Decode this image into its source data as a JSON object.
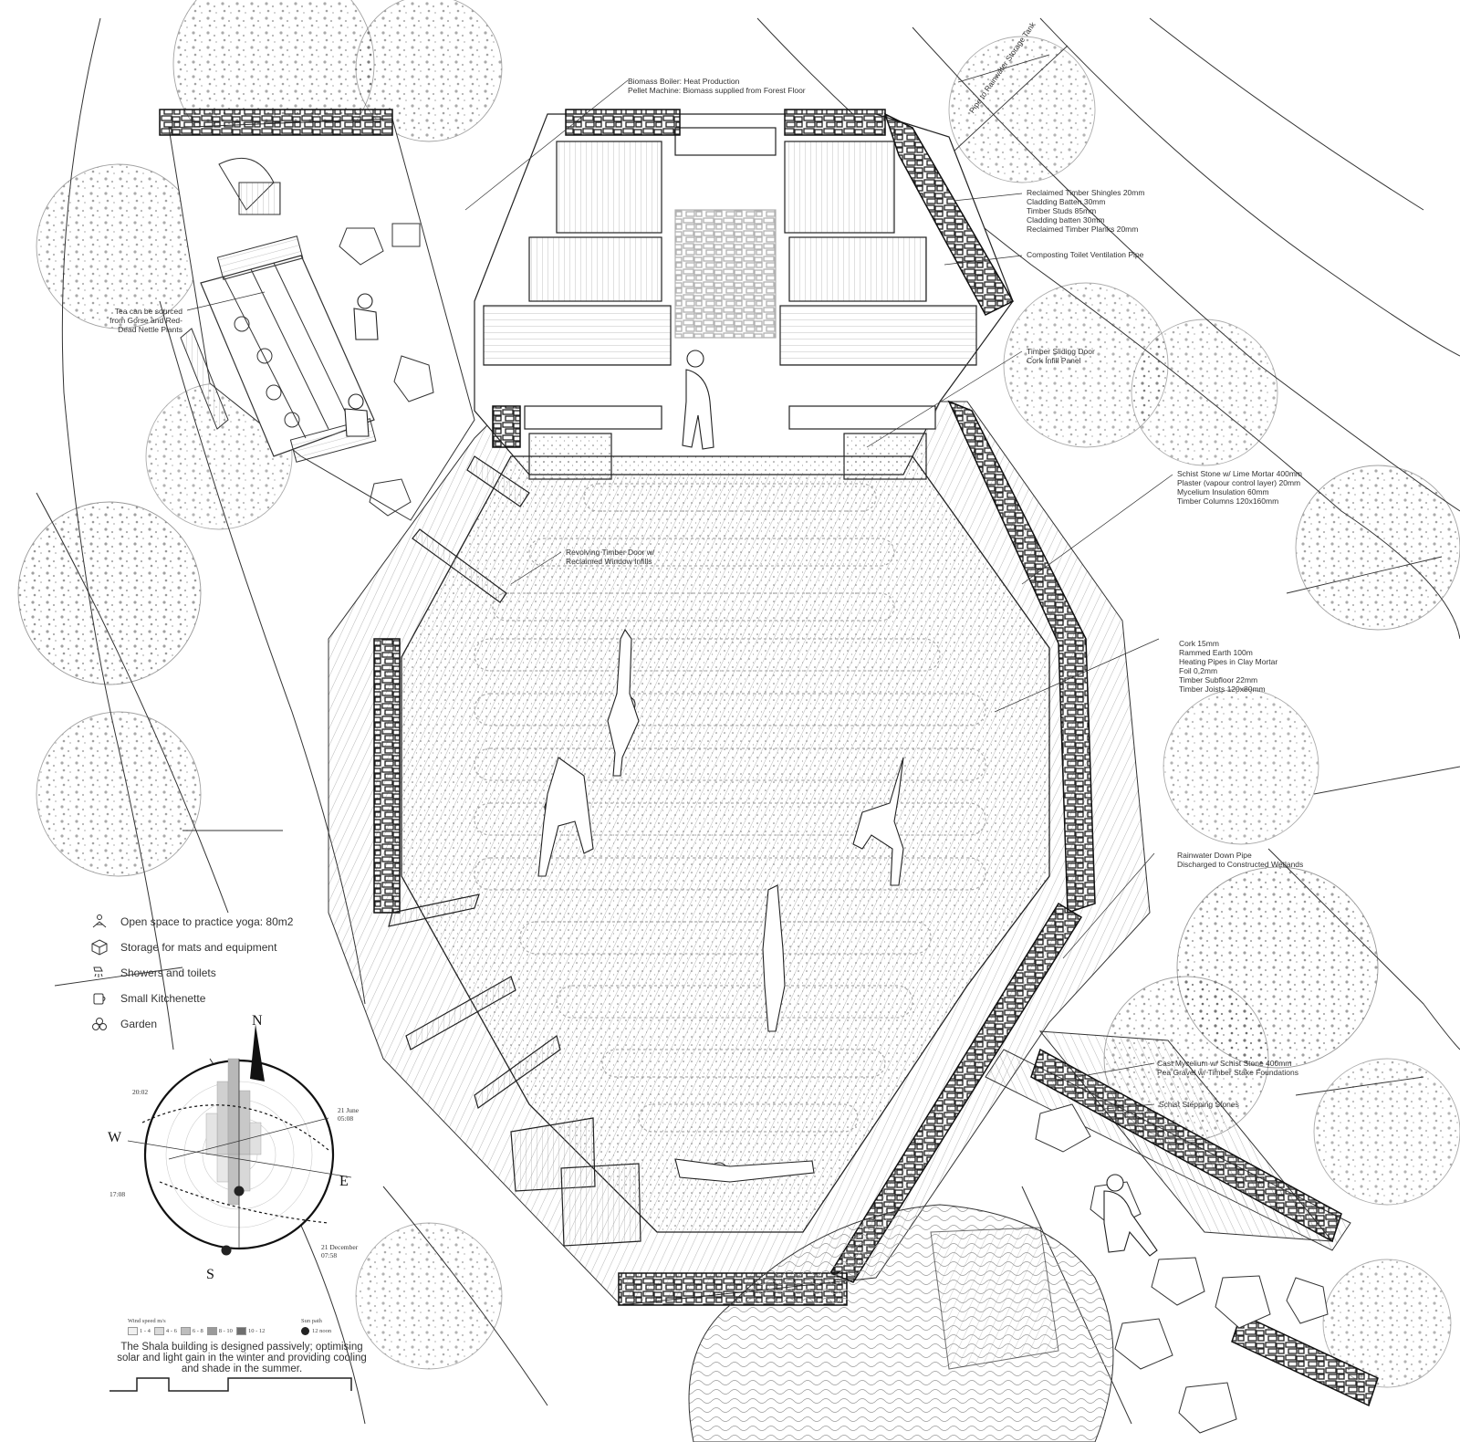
{
  "annotations": {
    "biomass": [
      "Biomass Boiler: Heat Production",
      "Pellet Machine: Biomass supplied from Forest Floor"
    ],
    "pipe_tank": "Pipe to Rainwater Storage Tank",
    "shingles": [
      "Reclaimed Timber Shingles 20mm",
      "Cladding Batten 30mm",
      "Timber Studs 85mm",
      "Cladding batten 30mm",
      "Reclaimed Timber Planks 20mm"
    ],
    "toilet_pipe": "Composting Toilet Ventilation Pipe",
    "tea": [
      "Tea can be sourced",
      "from Gorse and Red-",
      "Dead Nettle Plants"
    ],
    "sliding_door": [
      "Timber Sliding Door",
      "Cork Infill Panel"
    ],
    "schist_wall": [
      "Schist Stone w/ Lime Mortar 400mm",
      "Plaster (vapour control layer) 20mm",
      "Mycelium Insulation 60mm",
      "Timber Columns 120x160mm"
    ],
    "revolving_door": [
      "Revolving Timber Door w/",
      "Reclaimed Window Infills"
    ],
    "floor": [
      "Cork 15mm",
      "Rammed Earth 100m",
      "Heating Pipes in Clay Mortar",
      "Foil 0,2mm",
      "Timber Subfloor 22mm",
      "Timber Joists 120x80mm"
    ],
    "rainwater": [
      "Rainwater Down Pipe",
      "Discharged to Constructed Wetlands"
    ],
    "foundation": [
      "Cast Mycelium w/ Schist Stone 400mm",
      "Pea Gravel w/ Timber Stake Foundations"
    ],
    "stepping": "Schist Stepping Stones"
  },
  "legend": [
    {
      "icon": "yoga-icon",
      "label": "Open space to practice yoga: 80m2"
    },
    {
      "icon": "storage-icon",
      "label": "Storage for mats and equipment"
    },
    {
      "icon": "shower-icon",
      "label": "Showers and toilets"
    },
    {
      "icon": "kitchen-icon",
      "label": "Small Kitchenette"
    },
    {
      "icon": "garden-icon",
      "label": "Garden"
    }
  ],
  "sun_path": {
    "north": "N",
    "south": "S",
    "east": "E",
    "west": "W",
    "times": {
      "t2002": "20:02",
      "june": "21 June",
      "june_time": "05:08",
      "t1708": "17:08",
      "december": "21 December",
      "december_time": "07:58"
    },
    "wind_title": "Wind speed m/s",
    "wind_bins": [
      "1 - 4",
      "4 - 6",
      "6 - 8",
      "8 - 10",
      "10 - 12"
    ],
    "wind_colors": [
      "#f0f0f0",
      "#dadada",
      "#bdbdbd",
      "#9a9a9a",
      "#6e6e6e"
    ],
    "sun_title": "Sun path",
    "noon": "12 noon"
  },
  "caption": [
    "The Shala building is designed passively; optimising",
    "solar and light gain in the winter and providing cooling",
    "and shade in the summer."
  ]
}
